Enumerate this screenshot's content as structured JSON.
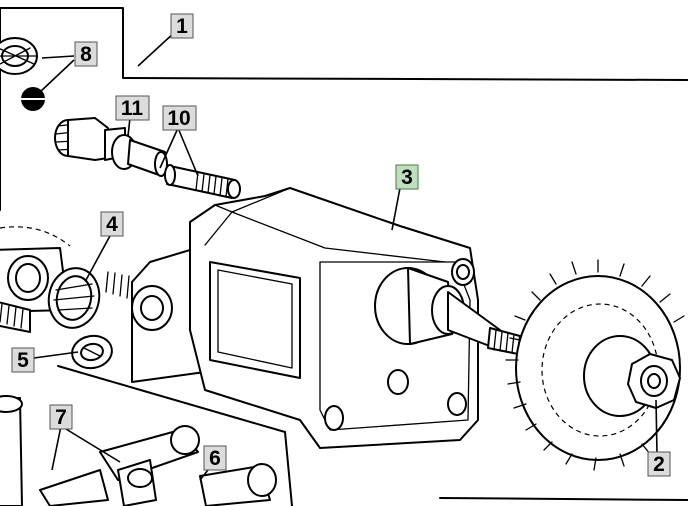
{
  "diagram": {
    "callouts": [
      {
        "id": "c1",
        "label": "1",
        "highlight": false
      },
      {
        "id": "c2",
        "label": "2",
        "highlight": false
      },
      {
        "id": "c3",
        "label": "3",
        "highlight": true
      },
      {
        "id": "c4",
        "label": "4",
        "highlight": false
      },
      {
        "id": "c5",
        "label": "5",
        "highlight": false
      },
      {
        "id": "c6",
        "label": "6",
        "highlight": false
      },
      {
        "id": "c7",
        "label": "7",
        "highlight": false
      },
      {
        "id": "c8",
        "label": "8",
        "highlight": false
      },
      {
        "id": "c10",
        "label": "10",
        "highlight": false
      },
      {
        "id": "c11",
        "label": "11",
        "highlight": false
      }
    ],
    "colors": {
      "ink": "#000000",
      "paper": "#ffffff",
      "callout_fill": "#dcdcdc",
      "callout_highlight": "#bfe0bf"
    }
  }
}
